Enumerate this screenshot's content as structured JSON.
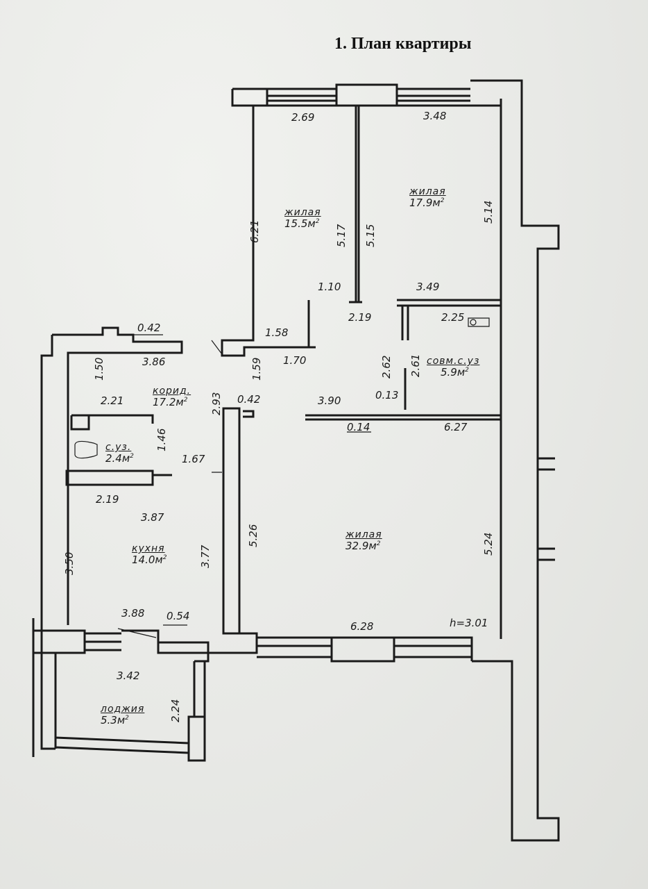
{
  "title": "1. План квартиры",
  "rooms": [
    {
      "id": "living1",
      "name": "жилая",
      "area": "15.5м",
      "exp": "2"
    },
    {
      "id": "living2",
      "name": "жилая",
      "area": "17.9м",
      "exp": "2"
    },
    {
      "id": "corridor",
      "name": "корид.",
      "area": "17.2м",
      "exp": "2"
    },
    {
      "id": "bath",
      "name": "совм.с.уз",
      "area": "5.9м",
      "exp": "2"
    },
    {
      "id": "wc",
      "name": "с.уз.",
      "area": "2.4м",
      "exp": "2"
    },
    {
      "id": "kitchen",
      "name": "кухня",
      "area": "14.0м",
      "exp": "2"
    },
    {
      "id": "living3",
      "name": "жилая",
      "area": "32.9м",
      "exp": "2"
    },
    {
      "id": "loggia",
      "name": "лоджия",
      "area": "5.3м",
      "exp": "2"
    }
  ],
  "dims": {
    "d269": "2.69",
    "d348": "3.48",
    "d621": "6.21",
    "d517": "5.17",
    "d515": "5.15",
    "d514": "5.14",
    "d110": "1.10",
    "d219a": "2.19",
    "d349": "3.49",
    "d225": "2.25",
    "d158": "1.58",
    "d170": "1.70",
    "d159": "1.59",
    "d262": "2.62",
    "d261": "2.61",
    "d042a": "0.42",
    "d386": "3.86",
    "d150": "1.50",
    "d221": "2.21",
    "d293": "2.93",
    "d042b": "0.42",
    "d390": "3.90",
    "d013": "0.13",
    "d014": "0.14",
    "d627": "6.27",
    "d146": "1.46",
    "d167": "1.67",
    "d219b": "2.19",
    "d387": "3.87",
    "d350": "3.50",
    "d377": "3.77",
    "d526": "5.26",
    "d524": "5.24",
    "d388": "3.88",
    "d054": "0.54",
    "d628": "6.28",
    "h": "h=3.01",
    "d342": "3.42",
    "d224": "2.24"
  },
  "colors": {
    "ink": "#1a1a1a",
    "paper": "#e9eae7"
  }
}
